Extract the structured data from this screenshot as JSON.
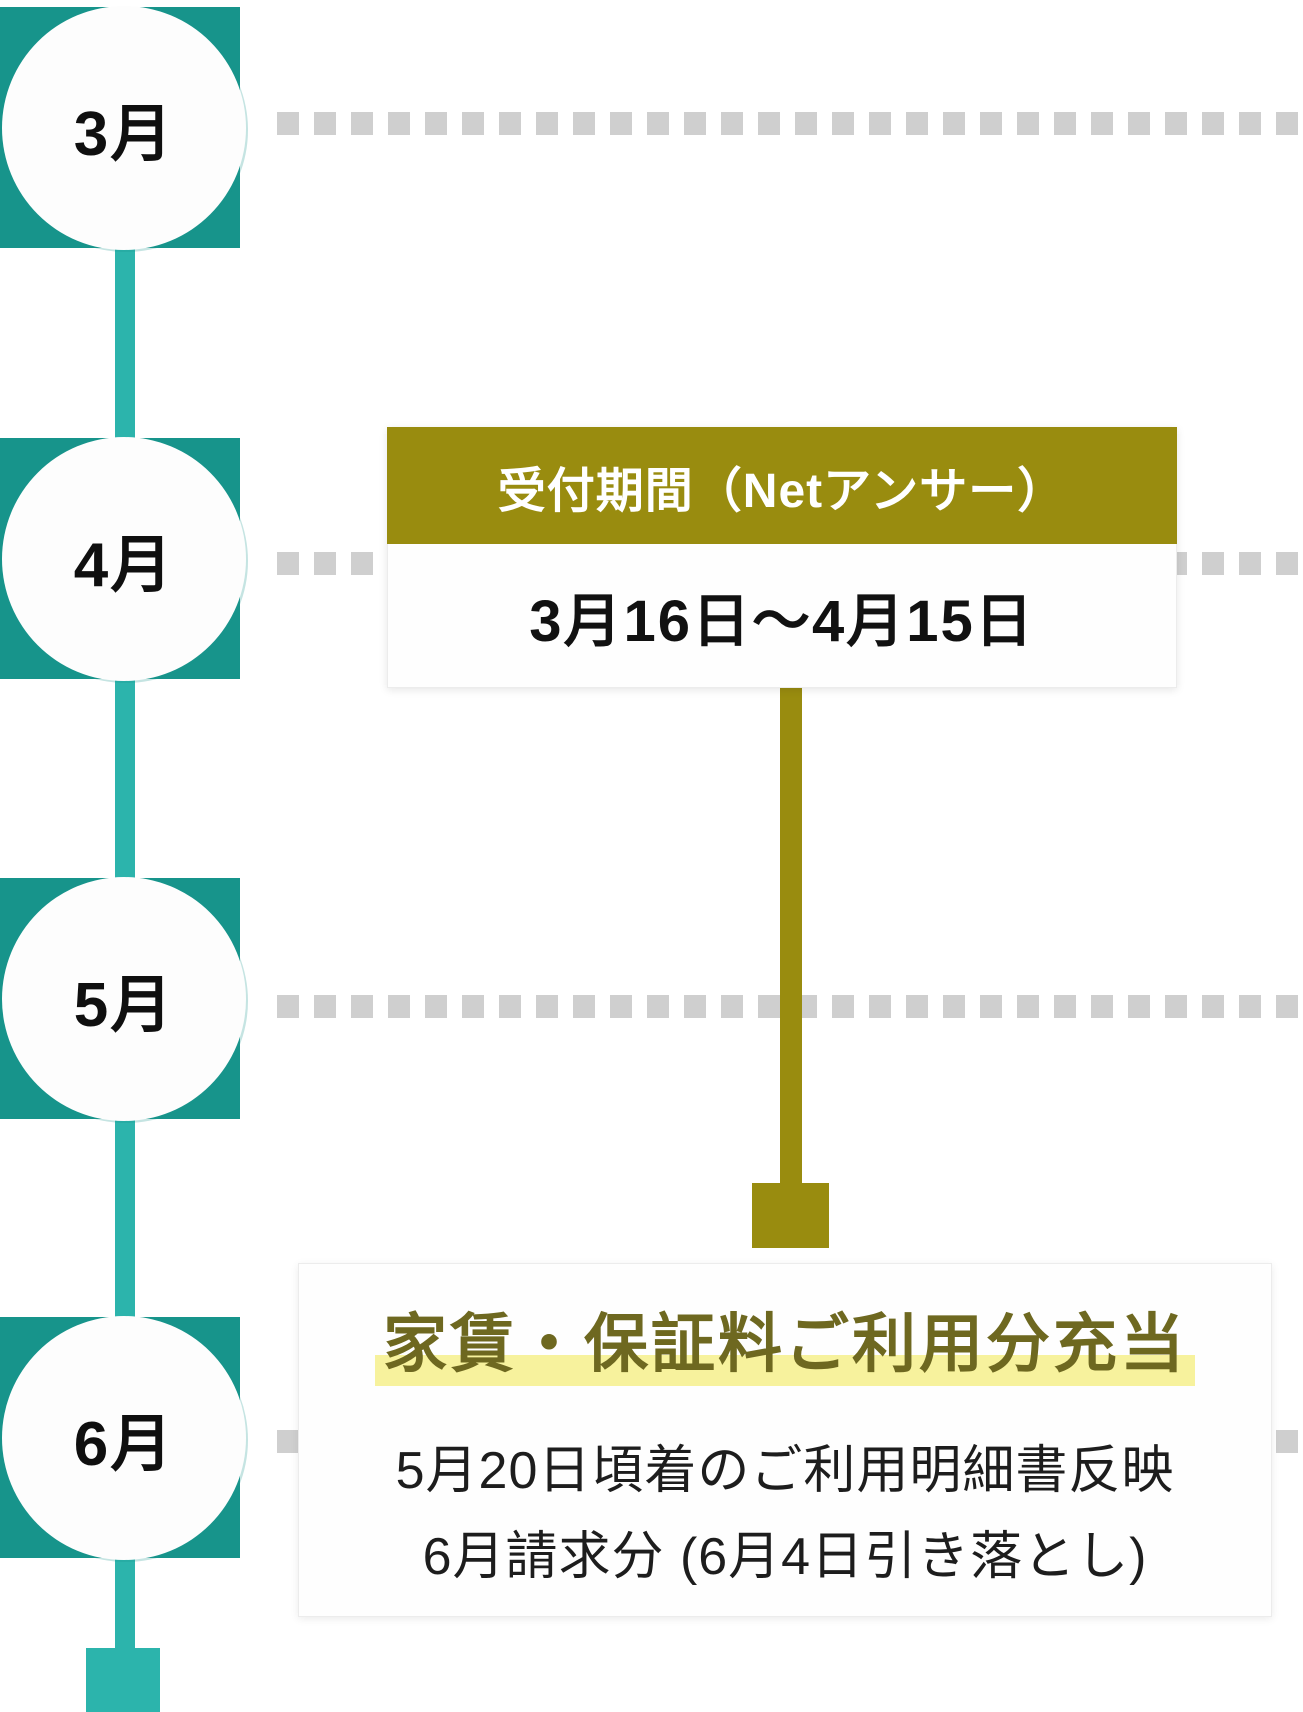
{
  "timeline": {
    "months": [
      {
        "label": "3月"
      },
      {
        "label": "4月"
      },
      {
        "label": "5月"
      },
      {
        "label": "6月"
      }
    ]
  },
  "reception_card": {
    "header": "受付期間（Netアンサー）",
    "period": "3月16日〜4月15日"
  },
  "allocation_card": {
    "title": "家賃・保証料ご利用分充当",
    "line1": "5月20日頃着のご利用明細書反映",
    "line2": "6月請求分 (6月4日引き落とし)"
  },
  "colors": {
    "month_square_teal": "#17948b",
    "spine_teal": "#2cb4ac",
    "olive": "#998c0f",
    "title_olive": "#6e6820",
    "highlight_yellow": "#f7f29d",
    "dash_gray": "#cfcfcf"
  }
}
